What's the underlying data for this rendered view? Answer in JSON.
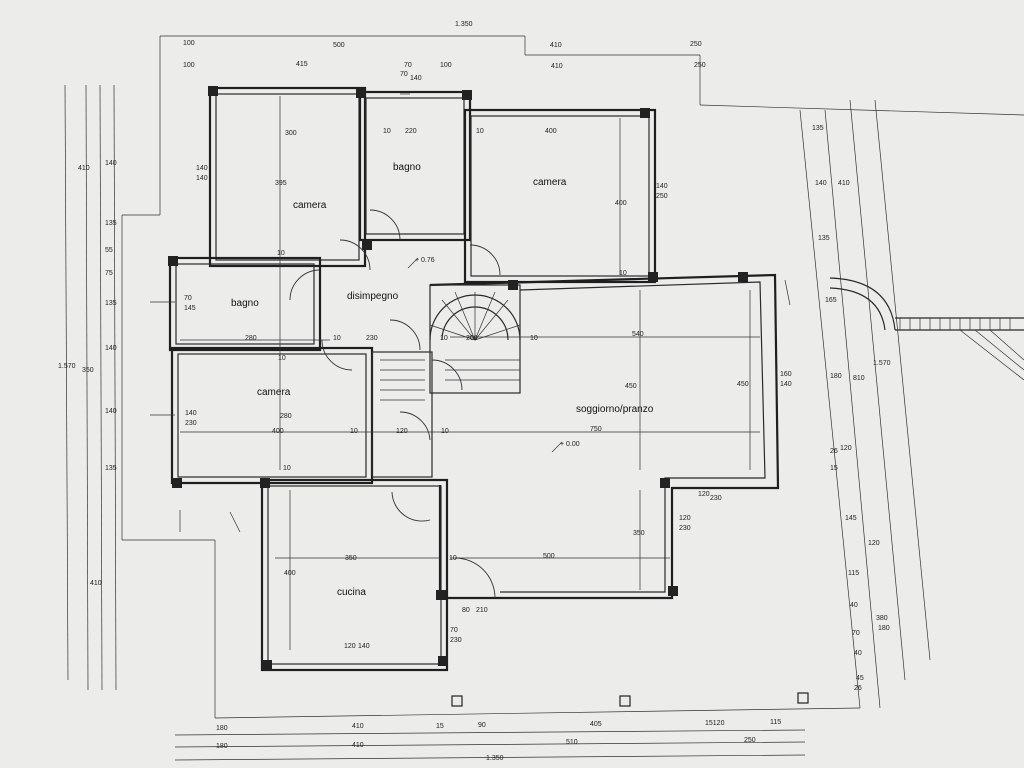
{
  "rooms": {
    "camera_nw": "camera",
    "bagno_n": "bagno",
    "camera_ne": "camera",
    "bagno_w": "bagno",
    "disimpegno": "disimpegno",
    "camera_w": "camera",
    "soggiorno": "soggiorno/pranzo",
    "cucina": "cucina"
  },
  "levels": {
    "upper": "+ 0.76",
    "main": "+ 0.00"
  },
  "dims_top_row1": [
    "1.350"
  ],
  "dims_top_row2": [
    "100",
    "500",
    "410",
    "250"
  ],
  "dims_top_row3": [
    "100",
    "415",
    "70",
    "100",
    "410",
    "250"
  ],
  "dims_bottom_row1": [
    "180",
    "410",
    "15",
    "90",
    "405",
    "15120",
    "115"
  ],
  "dims_bottom_row2": [
    "180",
    "410",
    "510",
    "250"
  ],
  "dims_bottom_row3": [
    "1.350"
  ],
  "room_dims": {
    "camera_nw_w": "300",
    "camera_nw_h": "395",
    "bagno_n_w": "220",
    "bagno_n_10": "10",
    "camera_ne_w": "400",
    "camera_ne_10": "10",
    "camera_ne_h": "400",
    "bagno_w_w": "280",
    "disimpegno_10": "10",
    "disimpegno_230": "230",
    "stair_10": "10",
    "stair_200": "200",
    "stair_10b": "10",
    "soggiorno_540": "540",
    "soggiorno_450": "450",
    "soggiorno_450b": "450",
    "soggiorno_750": "750",
    "soggiorno_500": "500",
    "soggiorno_350v": "350",
    "camera_w_400": "400",
    "camera_w_10": "10",
    "camera_w_120": "120",
    "camera_w_10b": "10",
    "cucina_350": "350",
    "cucina_400": "400",
    "cucina_10": "10",
    "nw_10": "10",
    "nw_10b": "10",
    "ne_10": "10",
    "camera_w_280": "280",
    "camera_w_10c": "10"
  },
  "window_tags": {
    "w1_a": "140",
    "w1_b": "140",
    "w2_a": "70",
    "w2_b": "140",
    "w3_a": "140",
    "w3_b": "250",
    "w4_a": "70",
    "w4_b": "145",
    "w5_a": "140",
    "w5_b": "230",
    "w6_a": "160",
    "w6_b": "140",
    "w7_a": "120",
    "w7_b": "230",
    "w8_a": "120",
    "w8_b": "230",
    "w9_a": "80",
    "w9_b": "210",
    "w10_a": "70",
    "w10_b": "230",
    "w11_a": "120",
    "w11_b": "140"
  },
  "left_dims": [
    "410",
    "140",
    "135",
    "55",
    "75",
    "135",
    "140",
    "1.570",
    "350",
    "140",
    "135",
    "410"
  ],
  "right_dims": [
    "135",
    "140",
    "410",
    "135",
    "165",
    "180",
    "810",
    "1.570",
    "120",
    "145",
    "15",
    "26",
    "120",
    "115",
    "40",
    "70",
    "40",
    "380",
    "180",
    "26",
    "45"
  ]
}
